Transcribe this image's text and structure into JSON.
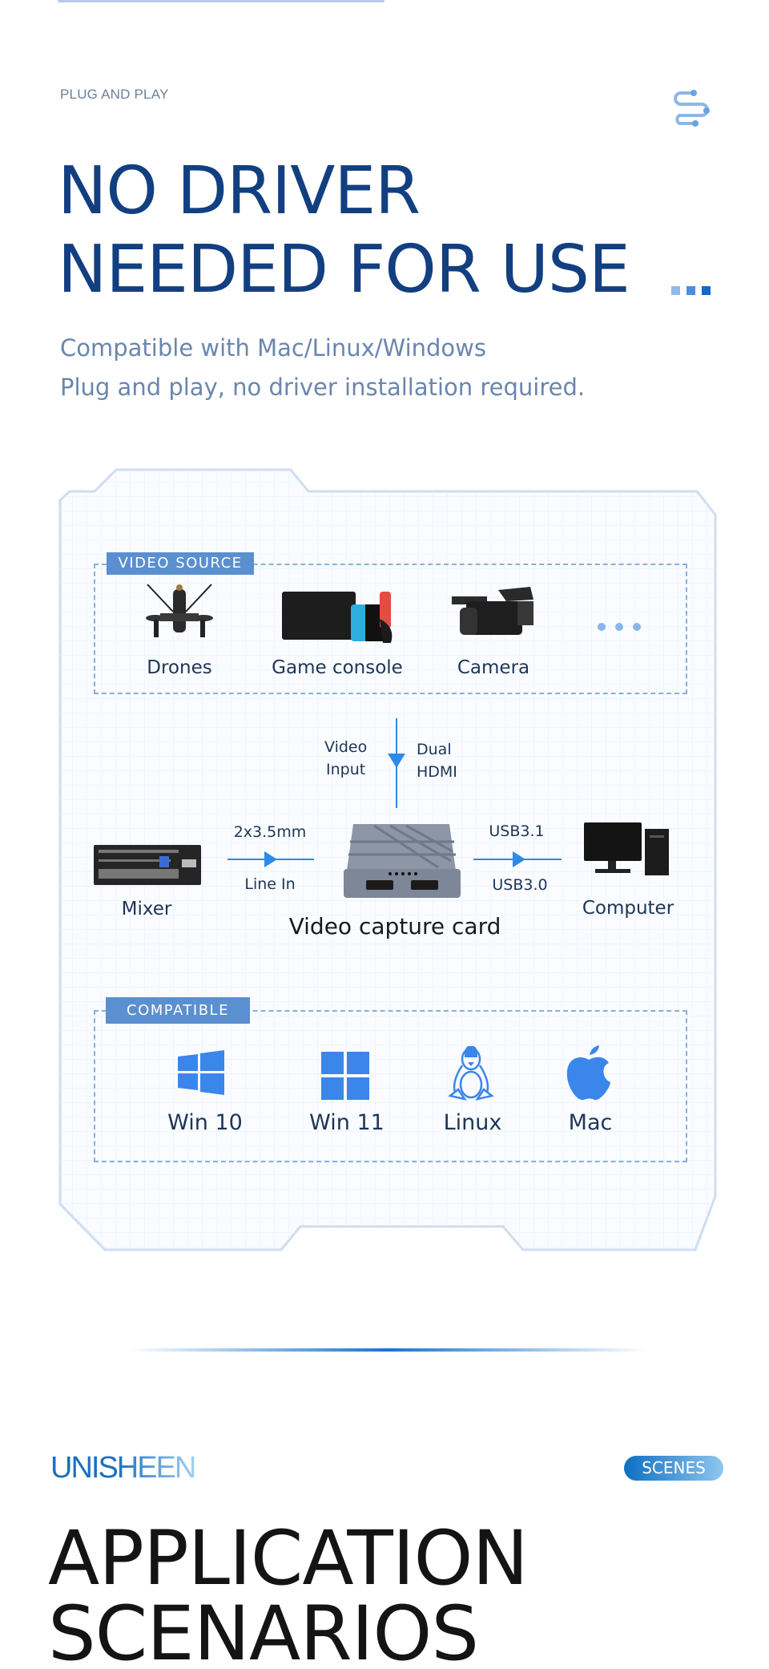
{
  "header": {
    "eyebrow": "PLUG AND PLAY",
    "title_line1": "NO DRIVER",
    "title_line2": "NEEDED FOR USE",
    "subtitle_line1": "Compatible with  Mac/Linux/Windows",
    "subtitle_line2": "Plug and play, no driver installation required.",
    "icon": "connection-icon"
  },
  "diagram": {
    "video_source": {
      "tag": "VIDEO SOURCE",
      "items": [
        {
          "label": "Drones",
          "icon": "drone-icon"
        },
        {
          "label": "Game console",
          "icon": "game-console-icon"
        },
        {
          "label": "Camera",
          "icon": "camera-icon"
        }
      ],
      "more": "more-dots-icon"
    },
    "input_left": [
      "Video",
      "Input"
    ],
    "input_right": [
      "Dual",
      "HDMI"
    ],
    "mixer": "Mixer",
    "audio_top": "2x3.5mm",
    "audio_bottom": "Line In",
    "device": "Video capture card",
    "usb_top": "USB3.1",
    "usb_bottom": "USB3.0",
    "computer": "Computer",
    "compatible": {
      "tag": "COMPATIBLE",
      "items": [
        {
          "label": "Win 10",
          "icon": "windows-10-icon"
        },
        {
          "label": "Win 11",
          "icon": "windows-11-icon"
        },
        {
          "label": "Linux",
          "icon": "linux-tux-icon"
        },
        {
          "label": "Mac",
          "icon": "apple-icon"
        }
      ]
    }
  },
  "footer": {
    "brand": "UNISHEEN",
    "badge": "SCENES",
    "title_line1": "APPLICATION",
    "title_line2": "SCENARIOS"
  },
  "colors": {
    "title": "#123f80",
    "subtitle": "#6a86ad",
    "accent": "#2c8ae8",
    "icon_blue": "#3b86ea",
    "tag": "#5a8fd0"
  }
}
